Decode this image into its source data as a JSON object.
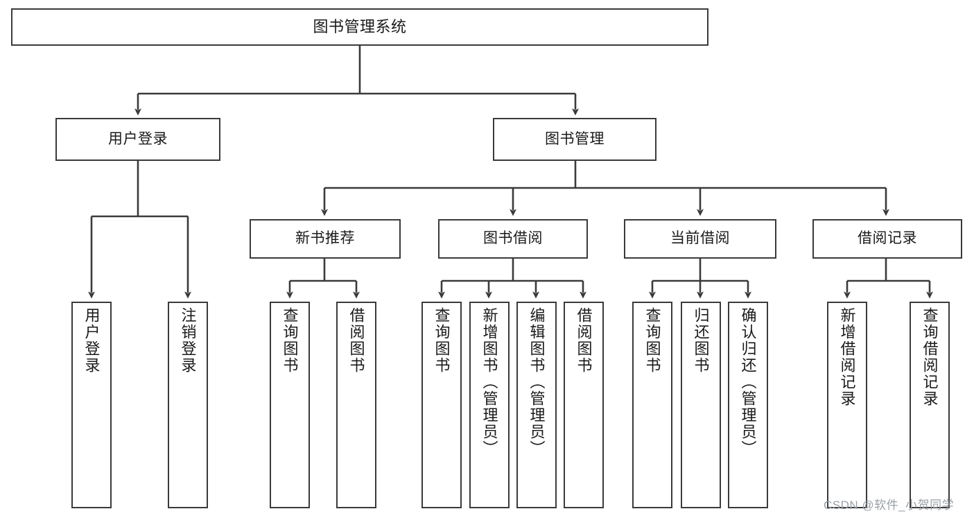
{
  "diagram": {
    "type": "tree-hierarchy",
    "title": "图书管理系统",
    "root": {
      "label": "图书管理系统"
    },
    "level1": [
      {
        "label": "用户登录"
      },
      {
        "label": "图书管理"
      }
    ],
    "level2": [
      {
        "label": "新书推荐"
      },
      {
        "label": "图书借阅"
      },
      {
        "label": "当前借阅"
      },
      {
        "label": "借阅记录"
      }
    ],
    "leaves": {
      "user_login": [
        {
          "label": "用户登录"
        },
        {
          "label": "注销登录"
        }
      ],
      "new_book_recommend": [
        {
          "label": "查询图书"
        },
        {
          "label": "借阅图书"
        }
      ],
      "book_borrow": [
        {
          "label": "查询图书"
        },
        {
          "label": "新增图书（管理员）"
        },
        {
          "label": "编辑图书（管理员）"
        },
        {
          "label": "借阅图书"
        }
      ],
      "current_borrow": [
        {
          "label": "查询图书"
        },
        {
          "label": "归还图书"
        },
        {
          "label": "确认归还（管理员）"
        }
      ],
      "borrow_record": [
        {
          "label": "新增借阅记录"
        },
        {
          "label": "查询借阅记录"
        }
      ]
    },
    "watermark": "CSDN @软件_小贺同学",
    "colors": {
      "stroke": "#3a3a3a",
      "fill": "#ffffff",
      "text": "#1a1a1a",
      "watermark": "#9aa0a6"
    }
  }
}
